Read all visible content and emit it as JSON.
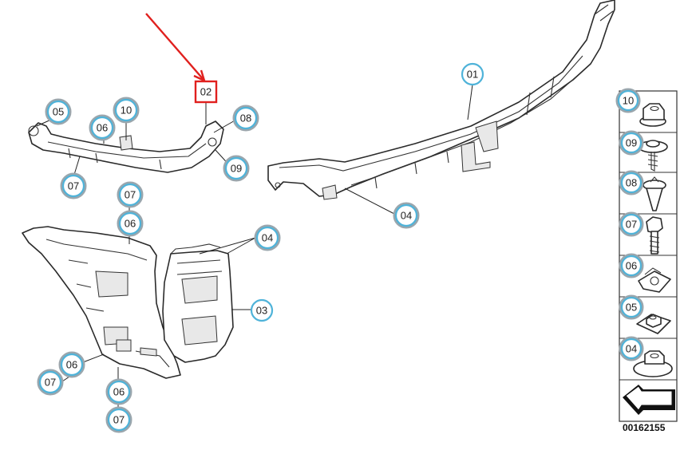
{
  "highlight": {
    "label": "02",
    "accent_color": "#e0201e"
  },
  "callouts": [
    {
      "id": "c-01",
      "label": "01"
    },
    {
      "id": "c-05",
      "label": "05"
    },
    {
      "id": "c-10a",
      "label": "10"
    },
    {
      "id": "c-06a",
      "label": "06"
    },
    {
      "id": "c-08",
      "label": "08"
    },
    {
      "id": "c-09",
      "label": "09"
    },
    {
      "id": "c-07a",
      "label": "07"
    },
    {
      "id": "c-04a",
      "label": "04"
    },
    {
      "id": "c-07b",
      "label": "07"
    },
    {
      "id": "c-06b",
      "label": "06"
    },
    {
      "id": "c-04b",
      "label": "04"
    },
    {
      "id": "c-03",
      "label": "03"
    },
    {
      "id": "c-06c",
      "label": "06"
    },
    {
      "id": "c-07c",
      "label": "07"
    },
    {
      "id": "c-06d",
      "label": "06"
    },
    {
      "id": "c-07d",
      "label": "07"
    }
  ],
  "legend": {
    "items": [
      {
        "label": "10",
        "part": "hex-nut-flange"
      },
      {
        "label": "09",
        "part": "screw-with-washer"
      },
      {
        "label": "08",
        "part": "expanding-rivet"
      },
      {
        "label": "07",
        "part": "hex-bolt"
      },
      {
        "label": "06",
        "part": "clip-nut"
      },
      {
        "label": "05",
        "part": "square-nut"
      },
      {
        "label": "04",
        "part": "flange-nut"
      }
    ],
    "arrow_icon": "front-direction-arrow-icon"
  },
  "doc_id": "00162155",
  "callout_ring_color": "#4fb3d9"
}
